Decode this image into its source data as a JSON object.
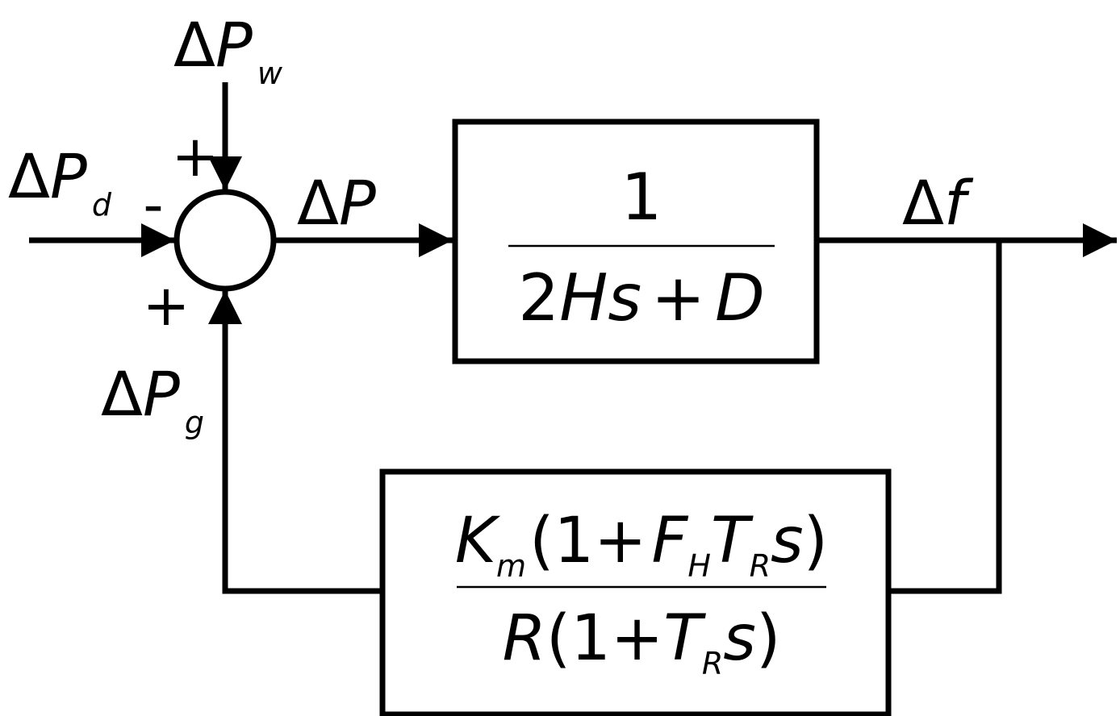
{
  "inputs": {
    "wind": {
      "delta": "Δ",
      "main": "P",
      "sub": "w",
      "sign": "+"
    },
    "demand": {
      "delta": "Δ",
      "main": "P",
      "sub": "d",
      "sign": "-"
    },
    "generation": {
      "delta": "Δ",
      "main": "P",
      "sub": "g",
      "sign": "+"
    }
  },
  "signals": {
    "power_error": {
      "delta": "Δ",
      "main": "P"
    },
    "frequency": {
      "delta": "Δ",
      "main": "f"
    }
  },
  "forward_block": {
    "numerator": "1",
    "denominator": {
      "a": "2",
      "b": "Hs",
      "op": "+",
      "c": "D"
    }
  },
  "feedback_block": {
    "numerator": {
      "K": "K",
      "K_sub": "m",
      "open": "(1",
      "plus": "+",
      "F": "F",
      "F_sub": "H",
      "T": "T",
      "T_sub": "R",
      "s": "s",
      "close": ")"
    },
    "denominator": {
      "R": "R",
      "open": "(1",
      "plus": "+",
      "T": "T",
      "T_sub": "R",
      "s": "s",
      "close": ")"
    }
  }
}
